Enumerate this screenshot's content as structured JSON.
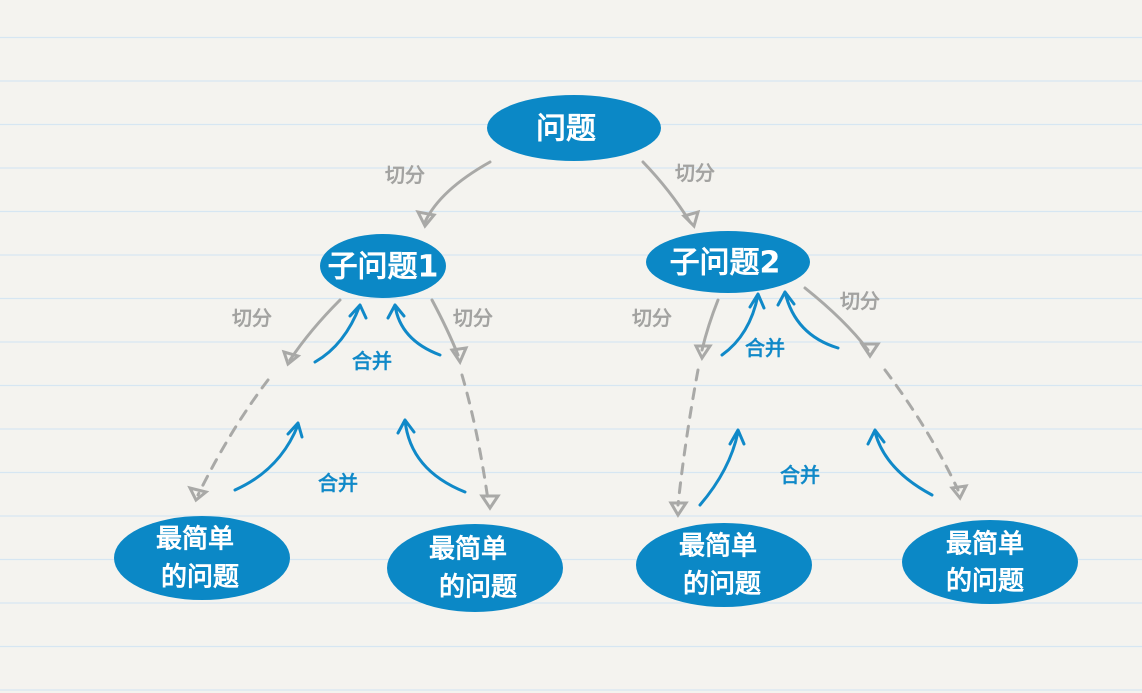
{
  "colors": {
    "node": "#0b88c6",
    "split_arrow": "#a9a9a7",
    "merge_arrow": "#1089c8",
    "paper": "#f4f3ef",
    "rule": "#d6e6f2"
  },
  "root": {
    "label": "问题"
  },
  "level1": [
    {
      "label": "子问题1"
    },
    {
      "label": "子问题2"
    }
  ],
  "leaves": [
    {
      "line1": "最简单",
      "line2": "的问题"
    },
    {
      "line1": "最简单",
      "line2": "的问题"
    },
    {
      "line1": "最简单",
      "line2": "的问题"
    },
    {
      "line1": "最简单",
      "line2": "的问题"
    }
  ],
  "split_label": "切分",
  "merge_label": "合并"
}
